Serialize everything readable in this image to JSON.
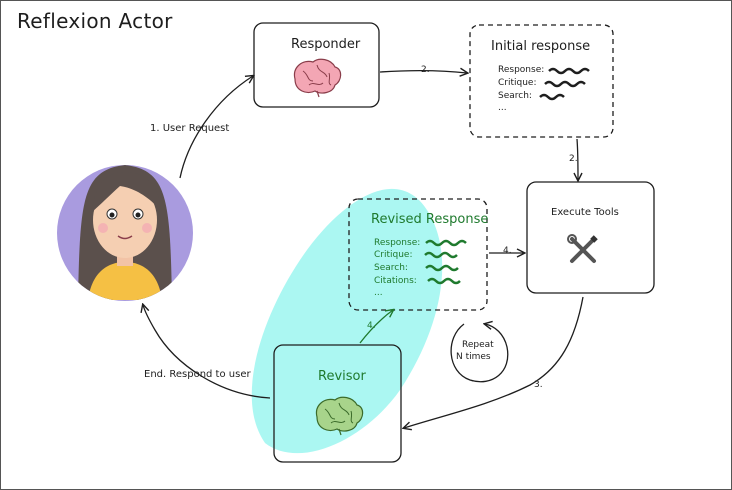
{
  "title": "Reflexion Actor",
  "responder": {
    "title": "Responder"
  },
  "initial_response": {
    "title": "Initial response",
    "fields": [
      "Response:",
      "Critique:",
      "Search:",
      "..."
    ]
  },
  "execute_tools": {
    "title": "Execute Tools"
  },
  "revised_response": {
    "title": "Revised Response",
    "fields": [
      "Response:",
      "Critique:",
      "Search:",
      "Citations:",
      "..."
    ]
  },
  "revisor": {
    "title": "Revisor"
  },
  "repeat": {
    "line1": "Repeat",
    "line2": "N times"
  },
  "edges": {
    "user_request": "1. User Request",
    "step2_a": "2.",
    "step2_b": "2.",
    "step3": "3.",
    "step4_a": "4.",
    "step4_b": "4.",
    "end": "End. Respond to user"
  },
  "colors": {
    "revisor_highlight": "#8ff4ee",
    "avatar_bg": "#a99bdf",
    "brain_pink": "#f3a6b4",
    "brain_green": "#a8d48b",
    "green_text": "#1f7a2e"
  },
  "icons": {
    "tools": "wrench-screwdriver-icon",
    "brain": "brain-icon",
    "avatar": "avatar-woman"
  }
}
